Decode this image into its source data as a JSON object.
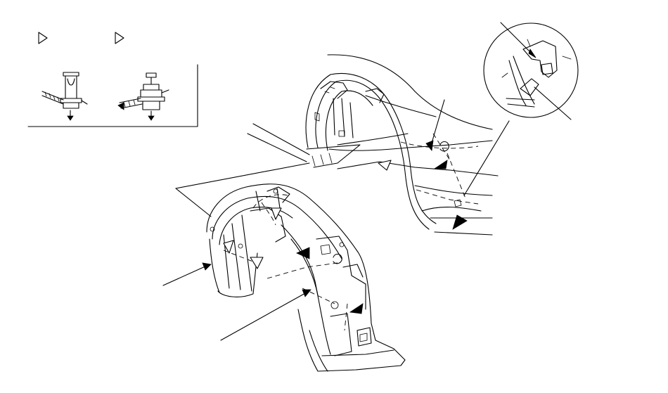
{
  "diagram": {
    "kind": "exploded-view line drawing",
    "parts": [
      "fender-liner-mounted",
      "fender-liner-removed",
      "clip-detail-inset",
      "clip-removal-detail-1",
      "clip-removal-detail-2"
    ],
    "icons": [
      "triangle-marker-icon",
      "arrow-down-icon"
    ]
  }
}
